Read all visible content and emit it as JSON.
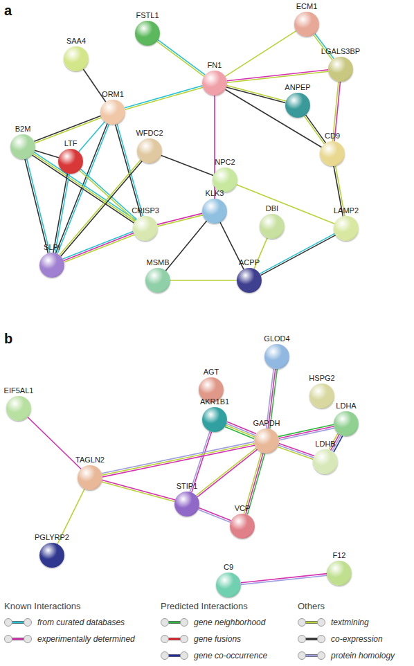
{
  "diagram": {
    "nodes": [
      {
        "text": [
          "SAA4"
        ]
      },
      {
        "text": [
          "FSTL1"
        ]
      },
      {
        "text": [
          "ECM1"
        ]
      },
      {
        "text": [
          "ORM1"
        ]
      },
      {
        "text": [
          "FN1"
        ]
      },
      {
        "text": [
          "LGALS3BP"
        ]
      },
      {
        "text": [
          "ANPEP"
        ]
      },
      {
        "text": [
          "B2M"
        ]
      },
      {
        "text": [
          "WFDC2"
        ]
      },
      {
        "text": [
          "LTF"
        ]
      },
      {
        "text": [
          "CD9"
        ]
      },
      {
        "text": [
          "NPC2"
        ]
      },
      {
        "text": [
          "KLK3"
        ]
      },
      {
        "text": [
          "DBI"
        ]
      },
      {
        "text": [
          "CRISP3"
        ]
      },
      {
        "text": [
          "LAMP2"
        ]
      },
      {
        "text": [
          "SLPI"
        ]
      },
      {
        "text": [
          "MSMB"
        ]
      },
      {
        "text": [
          "ACPP"
        ]
      },
      {
        "text": [
          "GLOD4"
        ]
      },
      {
        "text": [
          "AGT"
        ]
      },
      {
        "text": [
          "HSPG2"
        ]
      },
      {
        "text": [
          "EIF5AL1"
        ]
      },
      {
        "text": [
          "AKR1B1"
        ]
      },
      {
        "text": [
          "LDHA"
        ]
      },
      {
        "text": [
          "GAPDH"
        ]
      },
      {
        "text": [
          "TAGLN2"
        ]
      },
      {
        "text": [
          "LDHB"
        ]
      },
      {
        "text": [
          "STIP1"
        ]
      },
      {
        "text": [
          "VCP"
        ]
      },
      {
        "text": [
          "PGLYRP2"
        ]
      },
      {
        "text": [
          "C9"
        ]
      },
      {
        "text": [
          "F12"
        ]
      }
    ],
    "edges": [
      {
        "from": 0,
        "to": 3,
        "arrow": "none"
      },
      {
        "from": 1,
        "to": 4,
        "arrow": "none"
      },
      {
        "from": 2,
        "to": 4,
        "arrow": "none"
      },
      {
        "from": 2,
        "to": 5,
        "arrow": "none"
      },
      {
        "from": 4,
        "to": 5,
        "arrow": "none"
      },
      {
        "from": 4,
        "to": 6,
        "arrow": "none"
      },
      {
        "from": 4,
        "to": 10,
        "arrow": "none"
      },
      {
        "from": 3,
        "to": 4,
        "arrow": "none"
      },
      {
        "from": 4,
        "to": 12,
        "arrow": "none"
      },
      {
        "from": 6,
        "to": 10,
        "arrow": "none"
      },
      {
        "from": 5,
        "to": 10,
        "arrow": "none"
      },
      {
        "from": 10,
        "to": 15,
        "arrow": "none"
      },
      {
        "from": 3,
        "to": 7,
        "arrow": "none"
      },
      {
        "from": 3,
        "to": 9,
        "arrow": "none"
      },
      {
        "from": 3,
        "to": 16,
        "arrow": "none"
      },
      {
        "from": 3,
        "to": 14,
        "arrow": "none"
      },
      {
        "from": 7,
        "to": 9,
        "arrow": "none"
      },
      {
        "from": 7,
        "to": 16,
        "arrow": "none"
      },
      {
        "from": 7,
        "to": 14,
        "arrow": "none"
      },
      {
        "from": 9,
        "to": 16,
        "arrow": "none"
      },
      {
        "from": 9,
        "to": 14,
        "arrow": "none"
      },
      {
        "from": 8,
        "to": 11,
        "arrow": "none"
      },
      {
        "from": 8,
        "to": 16,
        "arrow": "none"
      },
      {
        "from": 16,
        "to": 14,
        "arrow": "none"
      },
      {
        "from": 14,
        "to": 12,
        "arrow": "none"
      },
      {
        "from": 12,
        "to": 17,
        "arrow": "none"
      },
      {
        "from": 12,
        "to": 18,
        "arrow": "none"
      },
      {
        "from": 17,
        "to": 18,
        "arrow": "none"
      },
      {
        "from": 13,
        "to": 18,
        "arrow": "none"
      },
      {
        "from": 18,
        "to": 15,
        "arrow": "none"
      },
      {
        "from": 11,
        "to": 15,
        "arrow": "none"
      },
      {
        "from": 19,
        "to": 25,
        "arrow": "none"
      },
      {
        "from": 23,
        "to": 25,
        "arrow": "none"
      },
      {
        "from": 23,
        "to": 28,
        "arrow": "none"
      },
      {
        "from": 25,
        "to": 24,
        "arrow": "none"
      },
      {
        "from": 25,
        "to": 27,
        "arrow": "none"
      },
      {
        "from": 24,
        "to": 27,
        "arrow": "none"
      },
      {
        "from": 25,
        "to": 26,
        "arrow": "none"
      },
      {
        "from": 25,
        "to": 28,
        "arrow": "none"
      },
      {
        "from": 25,
        "to": 29,
        "arrow": "none"
      },
      {
        "from": 26,
        "to": 28,
        "arrow": "none"
      },
      {
        "from": 26,
        "to": 22,
        "arrow": "none"
      },
      {
        "from": 26,
        "to": 30,
        "arrow": "none"
      },
      {
        "from": 28,
        "to": 29,
        "arrow": "none"
      },
      {
        "from": 31,
        "to": 32,
        "arrow": "none"
      }
    ],
    "labels": [
      "a",
      "b",
      "Known Interactions",
      "Predicted Interactions",
      "Others"
    ],
    "legend": [
      {
        "text": "from curated databases"
      },
      {
        "text": "experimentally determined"
      },
      {
        "text": "gene neighborhood"
      },
      {
        "text": "gene fusions"
      },
      {
        "text": "gene co-occurrence"
      },
      {
        "text": "textmining"
      },
      {
        "text": "co-expression"
      },
      {
        "text": "protein homology"
      }
    ]
  }
}
